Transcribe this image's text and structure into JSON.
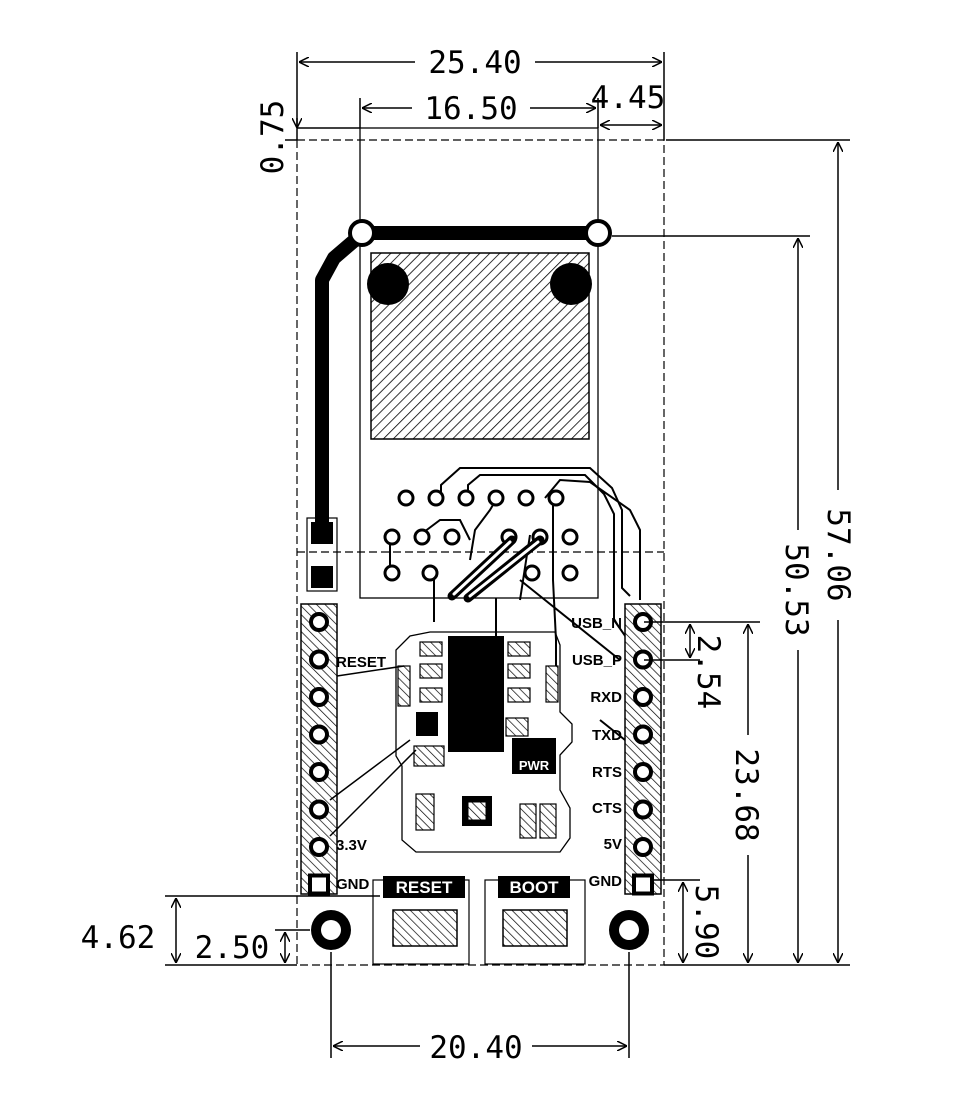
{
  "dimensions": {
    "board_width": "25.40",
    "module_width": "16.50",
    "right_margin": "4.45",
    "top_margin": "0.75",
    "board_length": "57.06",
    "antenna_to_bottom": "50.53",
    "pin_pitch": "2.54",
    "header_span": "23.68",
    "header_to_bottom": "5.90",
    "hole_row_offset": "4.62",
    "hole_center_offset": "2.50",
    "hole_spacing": "20.40"
  },
  "left_header_labels": [
    "RESET",
    "3.3V",
    "GND"
  ],
  "right_header_labels": [
    "USB_N",
    "USB_P",
    "RXD",
    "TXD",
    "RTS",
    "CTS",
    "5V",
    "GND"
  ],
  "buttons": {
    "reset": "RESET",
    "boot": "BOOT"
  },
  "led_label": "PWR"
}
